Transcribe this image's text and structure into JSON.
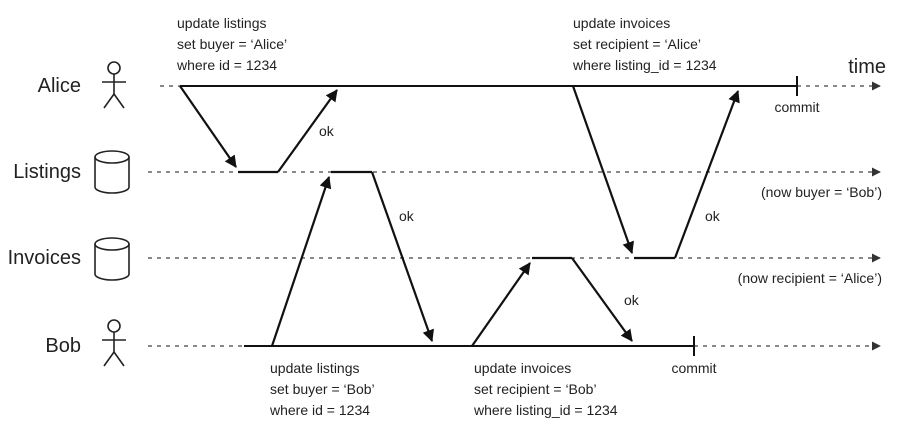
{
  "lanes": {
    "alice": "Alice",
    "listings": "Listings",
    "invoices": "Invoices",
    "bob": "Bob"
  },
  "time_label": "time",
  "alice_update_listings": [
    "update listings",
    "set buyer = ‘Alice’",
    "where id = 1234"
  ],
  "alice_update_invoices": [
    "update invoices",
    "set recipient = ‘Alice’",
    "where listing_id = 1234"
  ],
  "bob_update_listings": [
    "update listings",
    "set buyer = ‘Bob’",
    "where id = 1234"
  ],
  "bob_update_invoices": [
    "update invoices",
    "set recipient = ‘Bob’",
    "where listing_id = 1234"
  ],
  "ok_label": "ok",
  "alice_commit": "commit",
  "bob_commit": "commit",
  "listings_state": "(now buyer = ‘Bob’)",
  "invoices_state": "(now recipient = ‘Alice’)"
}
